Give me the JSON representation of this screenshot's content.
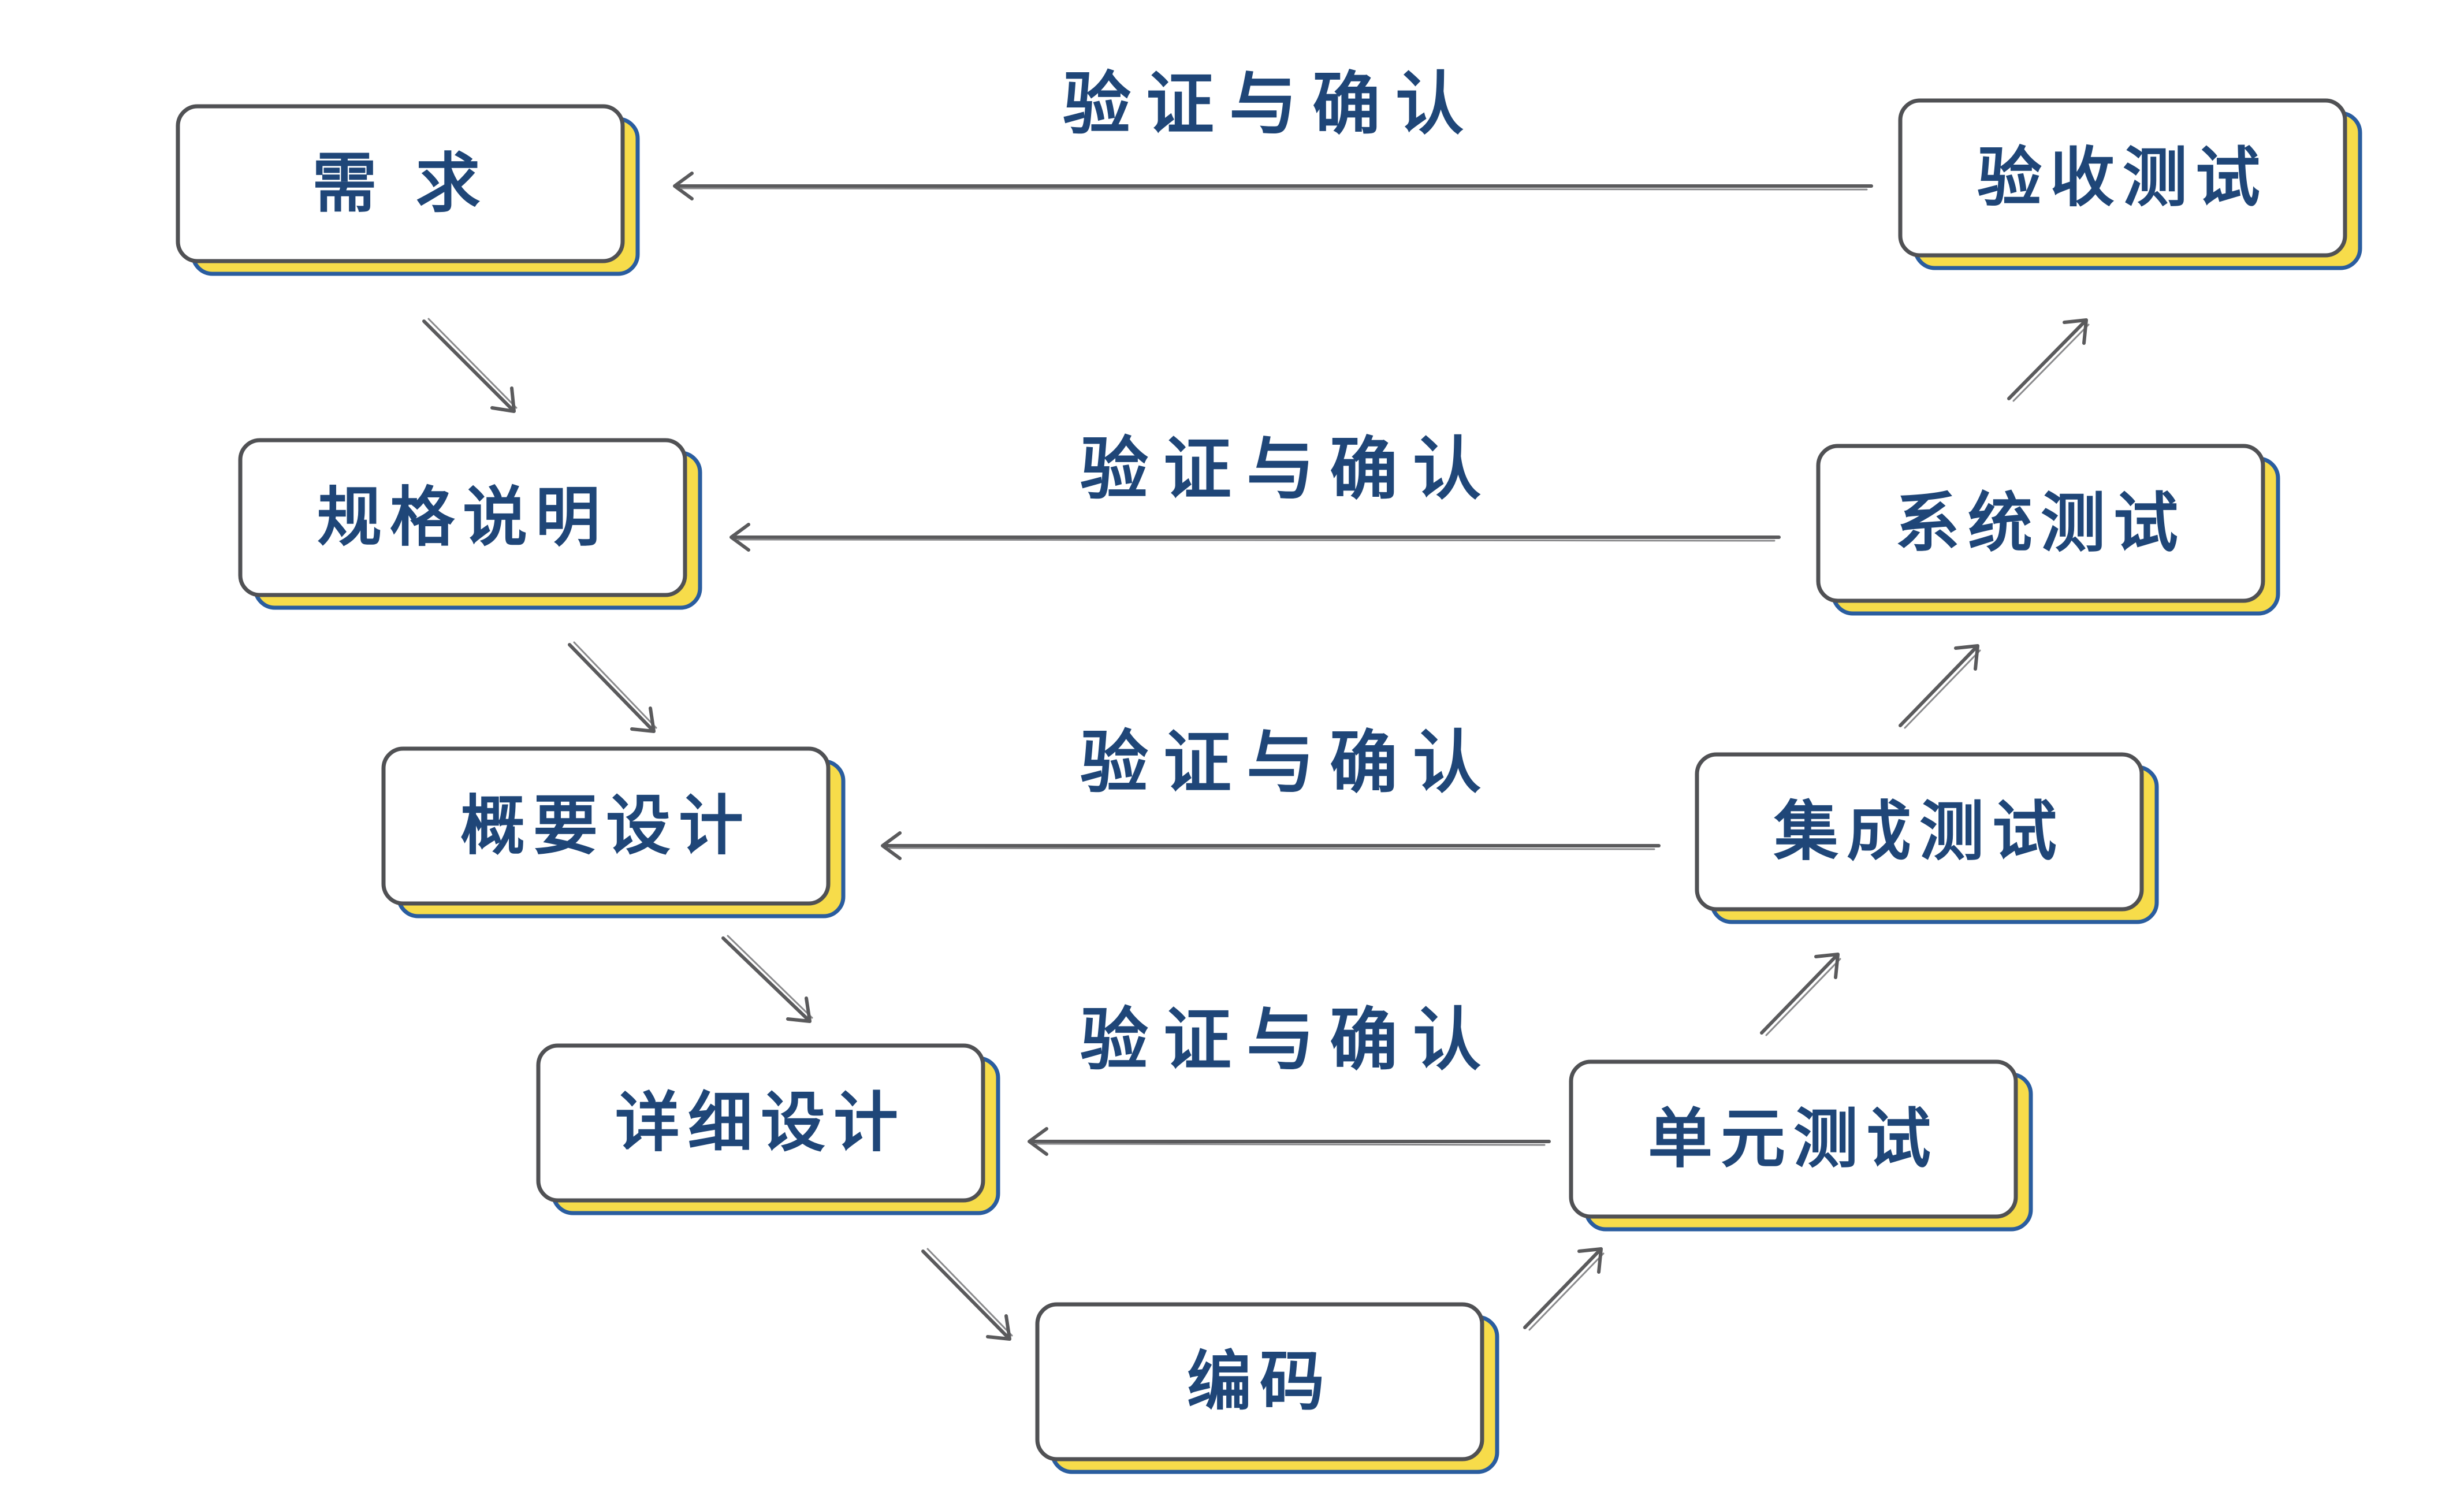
{
  "left_stages": [
    {
      "id": "requirements",
      "label": "需 求"
    },
    {
      "id": "specification",
      "label": "规格说明"
    },
    {
      "id": "overview-design",
      "label": "概要设计"
    },
    {
      "id": "detail-design",
      "label": "详细设计"
    }
  ],
  "bottom_stage": {
    "id": "coding",
    "label": "编码"
  },
  "right_stages": [
    {
      "id": "acceptance-test",
      "label": "验收测试"
    },
    {
      "id": "system-test",
      "label": "系统测试"
    },
    {
      "id": "integration-test",
      "label": "集成测试"
    },
    {
      "id": "unit-test",
      "label": "单元测试"
    }
  ],
  "links": [
    {
      "label": "验证与确认"
    },
    {
      "label": "验证与确认"
    },
    {
      "label": "验证与确认"
    },
    {
      "label": "验证与确认"
    }
  ],
  "colors": {
    "text": "#1f4678",
    "box_border": "#505154",
    "shadow_fill": "#f7dc4a",
    "shadow_border": "#2a5d9f",
    "arrow": "#5a5a5c"
  }
}
